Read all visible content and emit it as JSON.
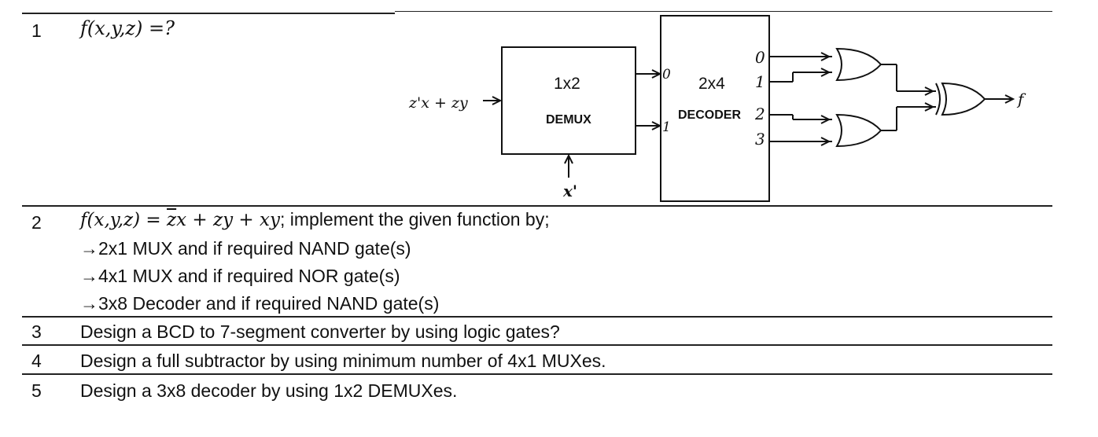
{
  "questions": [
    {
      "number": "1",
      "text": "f(x,y,z) =?",
      "diagram": {
        "input_expr": "z'x + zy",
        "select_input": "x'",
        "demux": {
          "size": "1x2",
          "name": "DEMUX",
          "out0": "0",
          "out1": "1"
        },
        "decoder": {
          "size": "2x4",
          "name": "DECODER",
          "outputs": [
            "0",
            "1",
            "2",
            "3"
          ]
        },
        "output": "f"
      }
    },
    {
      "number": "2",
      "func_lhs": "f(x,y,z) = ",
      "func_zbar": "z",
      "func_rhs": "x + zy + xy",
      "func_suffix": "; implement the given function by;",
      "items": [
        "→2x1 MUX and if required NAND gate(s)",
        "→4x1 MUX and if required NOR gate(s)",
        "→3x8 Decoder and if required NAND gate(s)"
      ]
    },
    {
      "number": "3",
      "text": "Design a BCD to 7-segment converter by using logic gates?"
    },
    {
      "number": "4",
      "text": "Design a full subtractor by using minimum number of 4x1 MUXes."
    },
    {
      "number": "5",
      "text": "Design a 3x8 decoder by using 1x2 DEMUXes."
    }
  ]
}
